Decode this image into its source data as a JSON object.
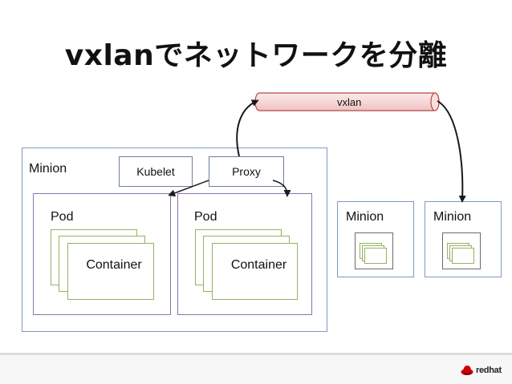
{
  "title": "vxlanでネットワークを分離",
  "tunnel": {
    "label": "vxlan"
  },
  "main_minion": {
    "label": "Minion",
    "components": {
      "kubelet": "Kubelet",
      "proxy": "Proxy"
    },
    "pods": [
      {
        "label": "Pod",
        "container_label": "Container"
      },
      {
        "label": "Pod",
        "container_label": "Container"
      }
    ]
  },
  "other_minions": [
    {
      "label": "Minion"
    },
    {
      "label": "Minion"
    }
  ],
  "footer": {
    "logo_text": "redhat",
    "logo_icon": "redhat-shadowman-icon"
  },
  "colors": {
    "minion_border": "#7a9ac4",
    "pod_border": "#8d74a8",
    "container_border": "#92b45f",
    "tunnel_fill": "#f8dede",
    "tunnel_stroke": "#b84a4a",
    "arrow": "#1a1a1a",
    "logo_red": "#cc0000"
  }
}
